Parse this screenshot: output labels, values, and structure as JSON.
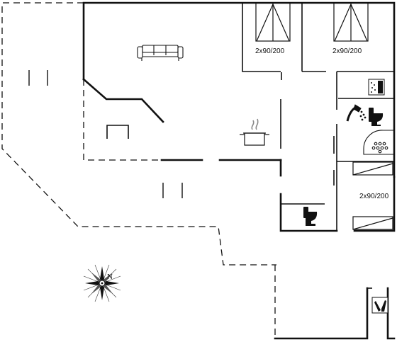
{
  "floorplan": {
    "bed_labels": [
      "2x90/200",
      "2x90/200",
      "2x90/200"
    ],
    "compass_label": "N"
  },
  "icons": {
    "sofa": "sofa-icon",
    "stove": "cooking-pot-icon",
    "shower": "shower-icon",
    "toilet": "toilet-icon",
    "washer": "washing-machine-icon",
    "whirlpool": "whirlpool-tub-icon",
    "dryer": "laundry-icon",
    "compass": "compass-rose-icon"
  }
}
